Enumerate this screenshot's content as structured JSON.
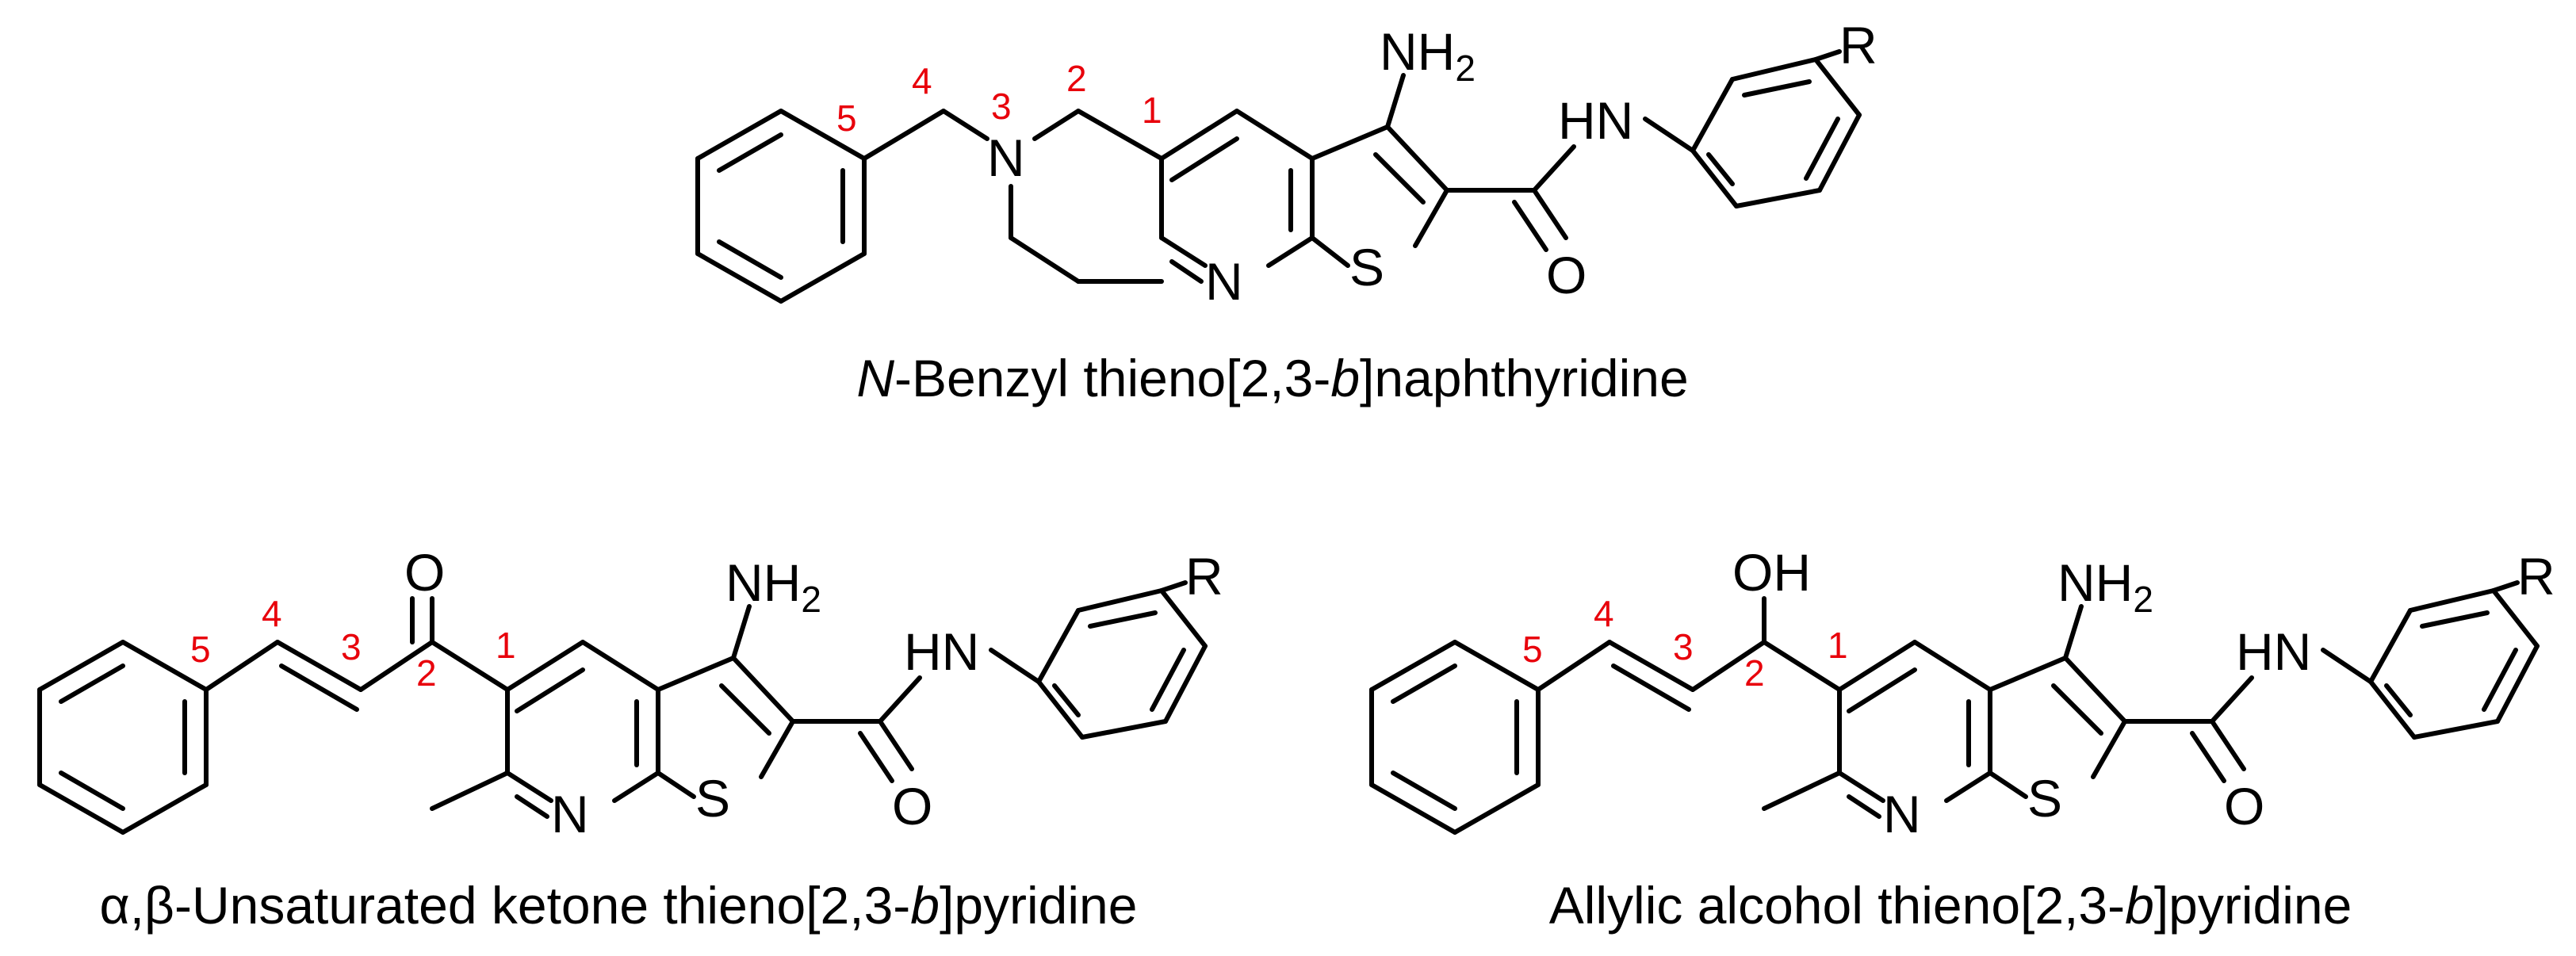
{
  "colors": {
    "bond": "#000000",
    "numbering": "#e8000b",
    "background": "#ffffff"
  },
  "atoms": {
    "nh2": "NH",
    "nh2_sub": "2",
    "hn": "HN",
    "n": "N",
    "s": "S",
    "o": "O",
    "oh": "OH",
    "r": "R"
  },
  "structures": [
    {
      "caption_italic": "N",
      "caption_pre": "",
      "caption_rest": "-Benzyl thieno[2,3-",
      "caption_italic2": "b",
      "caption_end": "]naphthyridine",
      "numbers": [
        "1",
        "2",
        "3",
        "4",
        "5"
      ]
    },
    {
      "caption_pre": "α,β-Unsaturated ketone thieno[2,3-",
      "caption_italic2": "b",
      "caption_end": "]pyridine",
      "numbers": [
        "1",
        "2",
        "3",
        "4",
        "5"
      ]
    },
    {
      "caption_pre": "Allylic alcohol thieno[2,3-",
      "caption_italic2": "b",
      "caption_end": "]pyridine",
      "numbers": [
        "1",
        "2",
        "3",
        "4",
        "5"
      ]
    }
  ]
}
